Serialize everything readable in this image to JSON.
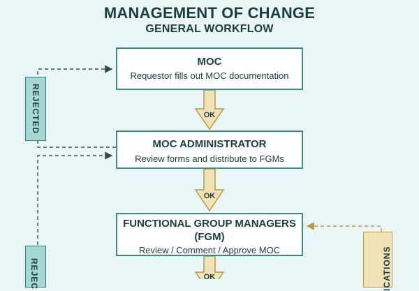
{
  "title": {
    "main": "MANAGEMENT OF CHANGE",
    "sub": "GENERAL WORKFLOW"
  },
  "steps": [
    {
      "heading": "MOC",
      "detail": "Requestor fills out MOC documentation"
    },
    {
      "heading": "MOC ADMINISTRATOR",
      "detail": "Review forms and distribute to FGMs"
    },
    {
      "heading": "FUNCTIONAL GROUP MANAGERS",
      "heading2": "(FGM)",
      "detail": "Review / Comment / Approve MOC"
    }
  ],
  "connectors": {
    "ok_1": "OK",
    "ok_2": "OK",
    "ok_3": "OK"
  },
  "side_labels": {
    "rejected_1": "REJECTED",
    "rejected_2": "REJEC",
    "notifications": "ICATIONS"
  },
  "colors": {
    "background": "#eaf6f5",
    "box_border": "#3a8a86",
    "arrow_fill": "#f1e2b7",
    "arrow_stroke": "#b89a45",
    "rejected_fill": "#a8d8d4",
    "dashed_line": "#2f4f4e"
  }
}
